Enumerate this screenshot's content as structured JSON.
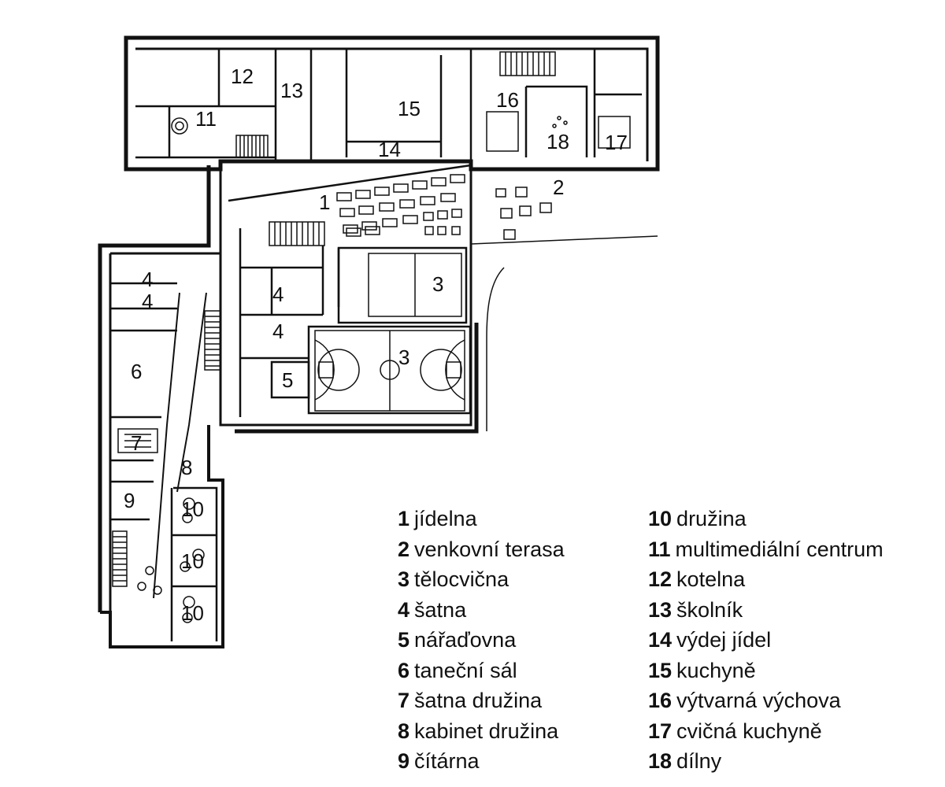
{
  "room_labels": {
    "r1": "1",
    "r2": "2",
    "r3a": "3",
    "r3b": "3",
    "r4a": "4",
    "r4b": "4",
    "r4c": "4",
    "r4d": "4",
    "r5": "5",
    "r6": "6",
    "r7": "7",
    "r8": "8",
    "r9": "9",
    "r10a": "10",
    "r10b": "10",
    "r10c": "10",
    "r11": "11",
    "r12": "12",
    "r13": "13",
    "r14": "14",
    "r15": "15",
    "r16": "16",
    "r17": "17",
    "r18": "18"
  },
  "legend": [
    {
      "num": "1",
      "label": "jídelna"
    },
    {
      "num": "2",
      "label": "venkovní terasa"
    },
    {
      "num": "3",
      "label": "tělocvična"
    },
    {
      "num": "4",
      "label": "šatna"
    },
    {
      "num": "5",
      "label": "nářaďovna"
    },
    {
      "num": "6",
      "label": "taneční sál"
    },
    {
      "num": "7",
      "label": "šatna družina"
    },
    {
      "num": "8",
      "label": "kabinet družina"
    },
    {
      "num": "9",
      "label": "čítárna"
    },
    {
      "num": "10",
      "label": "družina"
    },
    {
      "num": "11",
      "label": "multimediální centrum"
    },
    {
      "num": "12",
      "label": "kotelna"
    },
    {
      "num": "13",
      "label": "školník"
    },
    {
      "num": "14",
      "label": "výdej jídel"
    },
    {
      "num": "15",
      "label": "kuchyně"
    },
    {
      "num": "16",
      "label": "výtvarná výchova"
    },
    {
      "num": "17",
      "label": "cvičná kuchyně"
    },
    {
      "num": "18",
      "label": "dílny"
    }
  ]
}
